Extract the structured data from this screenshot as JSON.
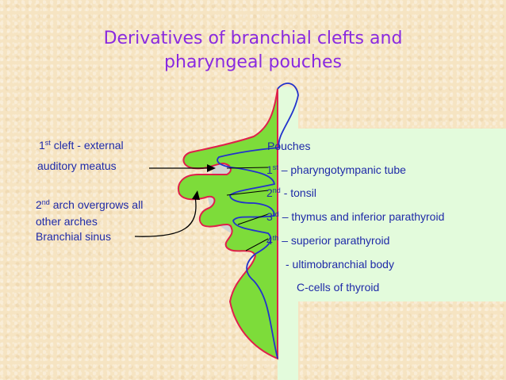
{
  "title": {
    "line1": "Derivatives of branchial clefts and",
    "line2": "pharyngeal pouches"
  },
  "left_labels": {
    "cleft": {
      "num": "1",
      "sup": "st",
      "line1_rest": " cleft - external",
      "line2": "auditory meatus"
    },
    "arch": {
      "num": "2",
      "sup": "nd",
      "line1_rest": " arch overgrows all",
      "line2": "other arches",
      "line3": "Branchial sinus"
    }
  },
  "pouches": {
    "header": "Pouches",
    "items": [
      {
        "num": "1",
        "sup": "st",
        "text": " – pharyngotympanic tube"
      },
      {
        "num": "2",
        "sup": "nd",
        "text": " - tonsil"
      },
      {
        "num": "3",
        "sup": "rd",
        "text": " – thymus and inferior parathyroid"
      },
      {
        "num": "4",
        "sup": "th",
        "text": " – superior parathyroid"
      }
    ],
    "extra1": "- ultimobranchial body",
    "extra2": "C-cells of thyroid"
  },
  "colors": {
    "title": "#8a2ae0",
    "label_text": "#1f2aa8",
    "arch_fill": "#7ddc3a",
    "arch_outline": "#e0204a",
    "endoderm_outline": "#2233cc",
    "pouch_panel": "#e3fbdc"
  }
}
